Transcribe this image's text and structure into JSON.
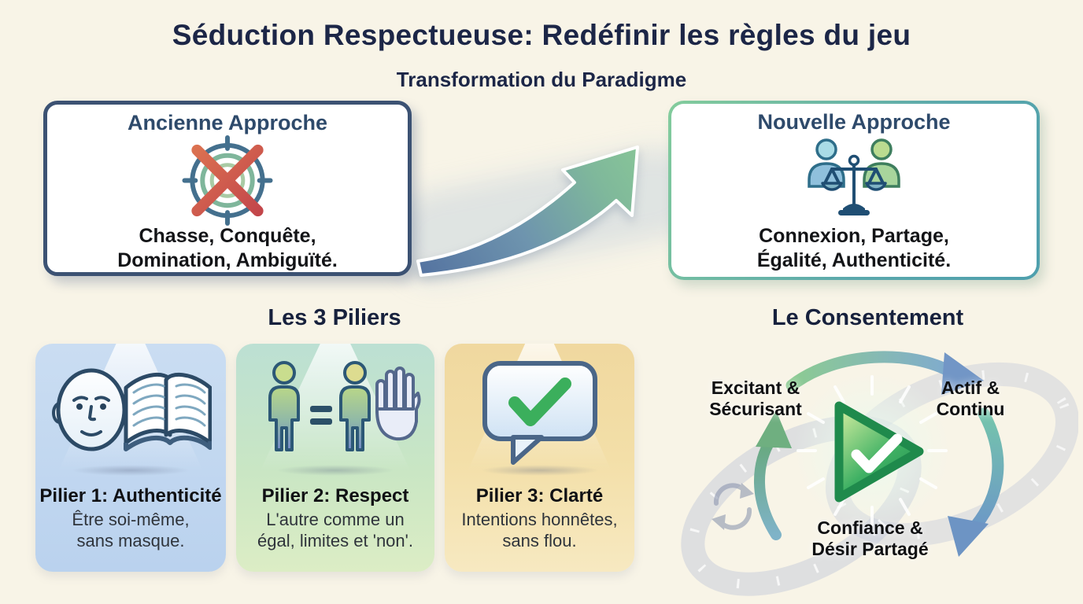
{
  "page": {
    "title": "Séduction Respectueuse: Redéfinir les règles du jeu",
    "subtitle": "Transformation du Paradigme",
    "background": "#F8F4E7",
    "title_color": "#1C2647"
  },
  "transformation": {
    "old_approach": {
      "heading": "Ancienne Approche",
      "icon": "crossed-target-icon",
      "lines": [
        "Chasse, Conquête,",
        "Domination, Ambiguïté."
      ],
      "border_color": "#3C5273"
    },
    "arrow_icon": "transformation-swoosh-arrow-icon",
    "new_approach": {
      "heading": "Nouvelle Approche",
      "icon": "equality-scales-people-icon",
      "lines": [
        "Connexion, Partage,",
        "Égalité, Authenticité."
      ],
      "border_colors": [
        "#83CC9C",
        "#4E9FAD"
      ]
    }
  },
  "pillars": {
    "heading": "Les 3 Piliers",
    "items": [
      {
        "title": "Pilier 1: Authenticité",
        "lines": [
          "Être soi-même,",
          "sans masque."
        ],
        "icon": "face-open-book-icon",
        "bg_top": "#CADDF2",
        "bg_bottom": "#BAD2EE"
      },
      {
        "title": "Pilier 2: Respect",
        "lines": [
          "L'autre comme un",
          "égal, limites et 'non'."
        ],
        "icon": "equal-people-stop-hand-icon",
        "bg_top": "#BCE0D3",
        "bg_bottom": "#DCEDC5"
      },
      {
        "title": "Pilier 3: Clarté",
        "lines": [
          "Intentions honnêtes,",
          "sans flou."
        ],
        "icon": "speech-bubble-check-icon",
        "bg_top": "#F0D89F",
        "bg_bottom": "#F7E9C1"
      }
    ]
  },
  "consent": {
    "heading": "Le Consentement",
    "center_icon": "play-checkmark-icon",
    "cycle_icons": [
      "cycle-arrow-top-icon",
      "cycle-arrow-right-icon",
      "cycle-arrow-left-icon",
      "refresh-loop-icon"
    ],
    "labels": [
      {
        "position": "top-left",
        "lines": [
          "Excitant &",
          "Sécurisant"
        ]
      },
      {
        "position": "top-right",
        "lines": [
          "Actif &",
          "Continu"
        ]
      },
      {
        "position": "bottom",
        "lines": [
          "Confiance &",
          "Désir Partagé"
        ]
      }
    ]
  },
  "colors": {
    "accent_green": "#34A95C",
    "accent_blue": "#52709F",
    "cross_red": "#C84A4C",
    "navy_text": "#1C2647",
    "approach_heading_blue": "#2E4A6B"
  }
}
